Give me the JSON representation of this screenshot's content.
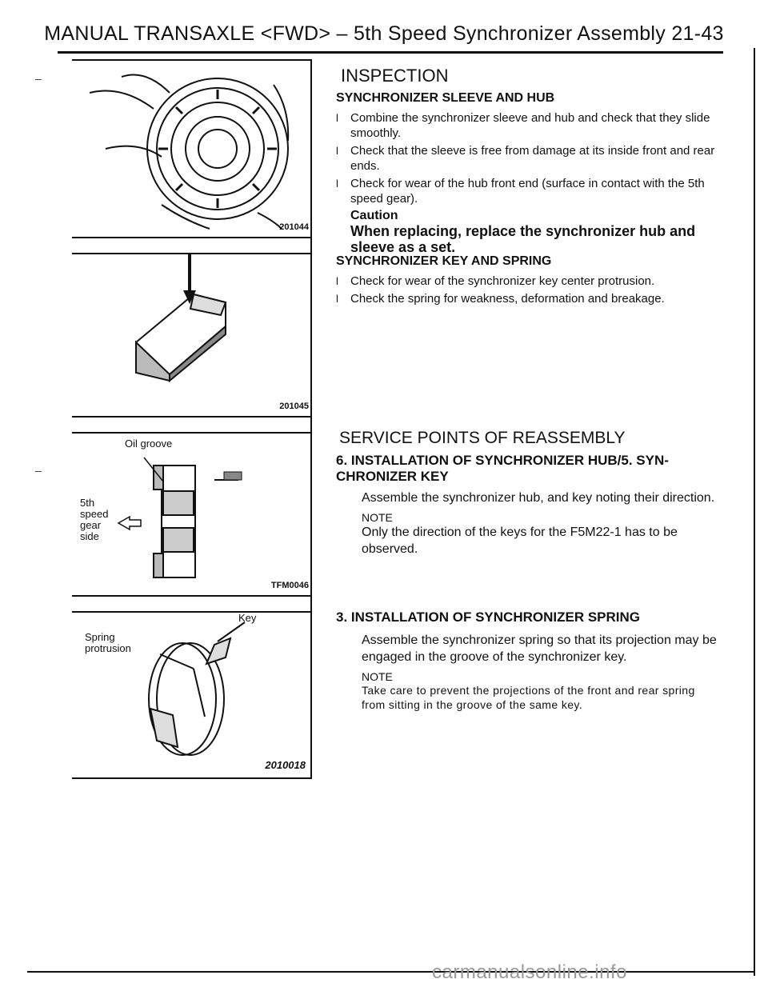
{
  "header": {
    "title": "MANUAL TRANSAXLE <FWD> – 5th Speed Synchronizer Assembly 21-43"
  },
  "figures": {
    "fig1": {
      "id": "201044"
    },
    "fig2": {
      "id": "201045"
    },
    "fig3": {
      "id": "TFM0046",
      "label_oil": "Oil groove",
      "label_5th": "5th",
      "label_speed": "speed",
      "label_gear": "gear",
      "label_side": "side"
    },
    "fig4": {
      "id": "2010018",
      "label_key": "Key",
      "label_spring": "Spring",
      "label_protrusion": "protrusion"
    }
  },
  "inspection": {
    "heading": "INSPECTION",
    "sleeve_hub": {
      "title": "SYNCHRONIZER SLEEVE AND HUB",
      "items": [
        "Combine the synchronizer sleeve and hub and check that they slide smoothly.",
        "Check that the sleeve is free from damage at its inside front and rear ends.",
        "Check for wear of the hub front end (surface in contact with the 5th speed gear)."
      ],
      "caution_title": "Caution",
      "caution_text": "When replacing, replace the synchronizer hub and sleeve as a set."
    },
    "key_spring": {
      "title": "SYNCHRONIZER KEY AND SPRING",
      "items": [
        "Check for wear of the synchronizer key center protrusion.",
        "Check the spring for weakness, deformation and breakage."
      ]
    }
  },
  "reassembly": {
    "heading": "SERVICE POINTS OF REASSEMBLY",
    "step6": {
      "title": "6. INSTALLATION OF SYNCHRONIZER HUB/5. SYN-CHRONIZER KEY",
      "text": "Assemble the synchronizer hub, and key noting their direction.",
      "note_label": "NOTE",
      "note_text": "Only the direction of the keys for the F5M22-1 has to be observed."
    },
    "step3": {
      "title": "3. INSTALLATION OF SYNCHRONIZER SPRING",
      "text": "Assemble the synchronizer spring so that its projection may be engaged in the groove of the synchronizer key.",
      "note_label": "NOTE",
      "note_text": "Take care to prevent the projections of the front and rear spring from sitting in the groove of the same key."
    }
  },
  "footer": {
    "watermark": "carmanualsonline.info"
  }
}
